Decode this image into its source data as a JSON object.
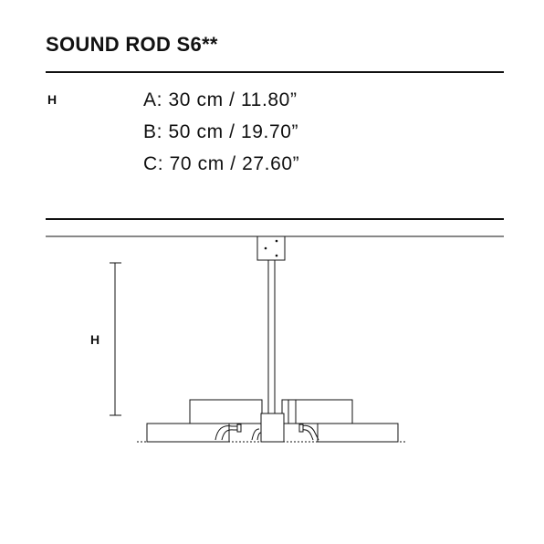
{
  "header": {
    "title": "SOUND ROD S6**"
  },
  "dimensions": {
    "label": "H",
    "options": [
      "A: 30 cm / 11.80”",
      "B: 50 cm / 19.70”",
      "C: 70 cm / 27.60”"
    ]
  },
  "drawing": {
    "dimension_label": "H"
  }
}
